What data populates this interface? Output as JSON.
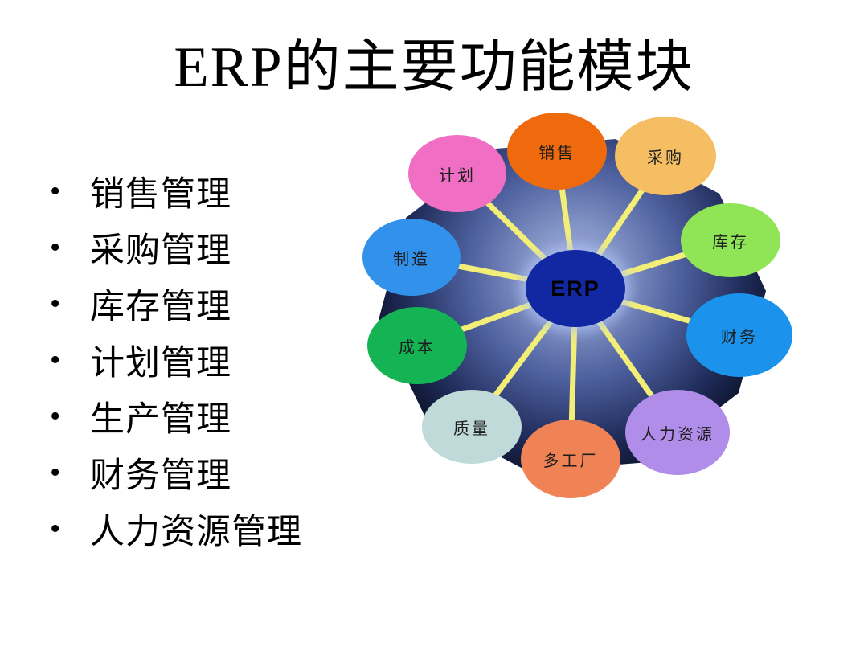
{
  "slide": {
    "title": "ERP的主要功能模块",
    "bullet_char": "•",
    "bullets": [
      "销售管理",
      "采购管理",
      "库存管理",
      "计划管理",
      "生产管理",
      "财务管理",
      "人力资源管理"
    ]
  },
  "diagram": {
    "center_label": "ERP",
    "center_color": "#1228A2",
    "spoke_color": "#F2EE78",
    "background_gradient": [
      "#9FADD8",
      "#8394C6",
      "#4C5E9C",
      "#202C5A",
      "#090F24"
    ],
    "label_color": "#1d1d1d",
    "nodes": [
      {
        "name": "sales",
        "label": "销售",
        "color": "#EE6A0C"
      },
      {
        "name": "purchasing",
        "label": "采购",
        "color": "#F5BE63"
      },
      {
        "name": "inventory",
        "label": "库存",
        "color": "#8FE556"
      },
      {
        "name": "finance",
        "label": "财务",
        "color": "#1B93EC"
      },
      {
        "name": "human-resources",
        "label": "人力资源",
        "color": "#AF8DE8"
      },
      {
        "name": "multi-plant",
        "label": "多工厂",
        "color": "#F08355"
      },
      {
        "name": "quality",
        "label": "质量",
        "color": "#BFDAD8"
      },
      {
        "name": "cost",
        "label": "成本",
        "color": "#14B454"
      },
      {
        "name": "manufacturing",
        "label": "制造",
        "color": "#3291EA"
      },
      {
        "name": "planning",
        "label": "计划",
        "color": "#F06FC5"
      }
    ]
  }
}
